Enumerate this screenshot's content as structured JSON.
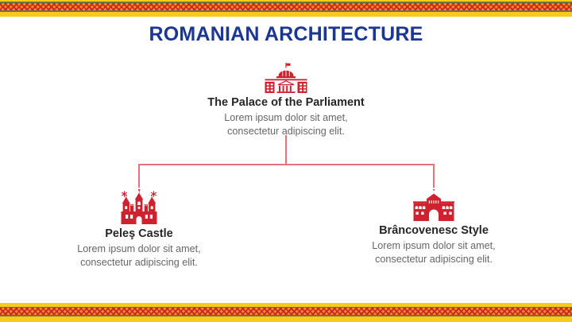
{
  "slide": {
    "title": "ROMANIAN ARCHITECTURE",
    "root": {
      "icon": "parliament-building-icon",
      "title": "The Palace of the Parliament",
      "body": "Lorem ipsum dolor sit amet,\nconsectetur adipiscing elit."
    },
    "children": [
      {
        "icon": "peles-castle-icon",
        "title": "Peleş Castle",
        "body": "Lorem ipsum dolor sit amet,\nconsectetur adipiscing elit."
      },
      {
        "icon": "brancovenesc-building-icon",
        "title": "Brâncovenesc Style",
        "body": "Lorem ipsum dolor sit amet,\nconsectetur adipiscing elit."
      }
    ],
    "colors": {
      "accent-blue": "#1B3693",
      "icon-red": "#D2212E",
      "connector-pink": "#E5737D",
      "band-yellow": "#F8CB1A",
      "pattern-orange": "#F0891D",
      "pattern-red": "#C9202B",
      "pattern-edge-olive": "#6E7249",
      "heading-dark": "#262626",
      "body-gray": "#666666"
    }
  }
}
